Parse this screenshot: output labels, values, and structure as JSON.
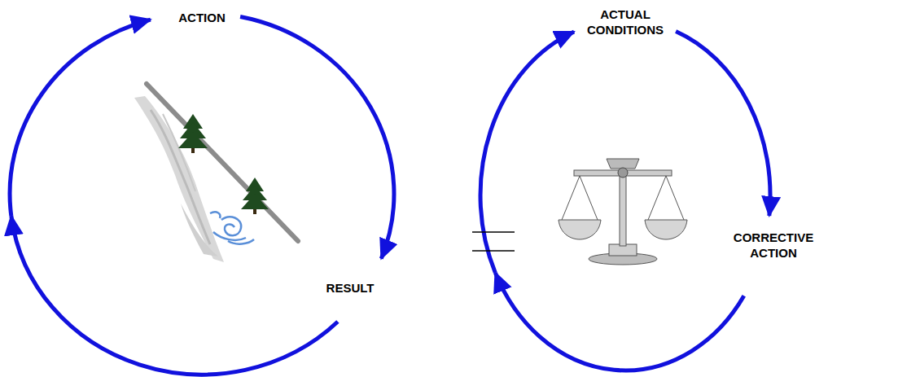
{
  "diagram": {
    "labels": [
      "ACTION",
      "RESULT",
      "ACTUAL CONDITIONS",
      "CORRECTIVE ACTION"
    ]
  }
}
